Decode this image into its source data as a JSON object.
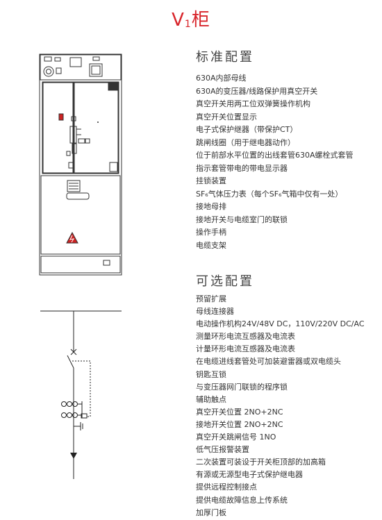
{
  "title": {
    "main": "V",
    "sub": "1",
    "rest": "柜"
  },
  "standard": {
    "heading": "标准配置",
    "items": [
      "630A内部母线",
      "630A的变压器/线路保护用真空开关",
      "真空开关用两工位双弹簧操作机构",
      "真空开关位置显示",
      "电子式保护继器（带保护CT）",
      "跳闸线圈（用于继电器动作）",
      "位于前部水平位置的出线套管630A螺栓式套管",
      "指示套管带电的带电显示器",
      "挂锁装置",
      "SF₆气体压力表（每个SF₆气箱中仅有一处）",
      "接地母排",
      "接地开关与电缆室门的联锁",
      "操作手柄",
      "电缆支架"
    ]
  },
  "optional": {
    "heading": "可选配置",
    "items": [
      "预留扩展",
      "母线连接器",
      "电动操作机构24V/48V DC，110V/220V DC/AC",
      "测量环形电流互感器及电流表",
      "计量环形电流互感器及电流表",
      "在电缆进线套管处可加装避雷器或双电缆头",
      "钥匙互锁",
      "与变压器网门联锁的程序锁",
      "辅助触点",
      "真空开关位置 2NO+2NC",
      "接地开关位置 2NO+2NC",
      "真空开关跳闸信号 1NO",
      "低气压报警装置",
      "二次装置可装设于开关柜顶部的加高箱",
      "有源或无源型电子式保护继电器",
      "提供远程控制接点",
      "提供电缆故障信息上传系统",
      "加厚门板"
    ]
  }
}
